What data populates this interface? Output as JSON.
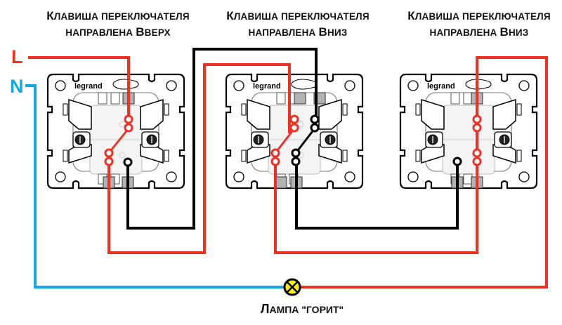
{
  "title_captions": [
    {
      "line1_cap": "К",
      "line1_rest": "лавиша переключателя",
      "line2_prefix": "направлена ",
      "line2_cap": "В",
      "line2_rest": "верх"
    },
    {
      "line1_cap": "К",
      "line1_rest": "лавиша переключателя",
      "line2_prefix": "направлена ",
      "line2_cap": "В",
      "line2_rest": "низ"
    },
    {
      "line1_cap": "К",
      "line1_rest": "лавиша переключателя",
      "line2_prefix": "направлена ",
      "line2_cap": "В",
      "line2_rest": "низ"
    }
  ],
  "wire_labels": {
    "phase": "L",
    "neutral": "N"
  },
  "brand": "legrand",
  "lamp": {
    "label_cap": "Л",
    "label_rest": "ампа \"горит\"",
    "fill_color": "#fff200"
  },
  "colors": {
    "phase_wire": "#ee3124",
    "neutral_wire": "#13a8e2",
    "traveller_wire": "#000000",
    "terminal": "#b3b3b3"
  },
  "switches": [
    {
      "name": "two-way switch",
      "position": "up"
    },
    {
      "name": "intermediate (cross) switch",
      "position": "down"
    },
    {
      "name": "two-way switch",
      "position": "down"
    }
  ]
}
